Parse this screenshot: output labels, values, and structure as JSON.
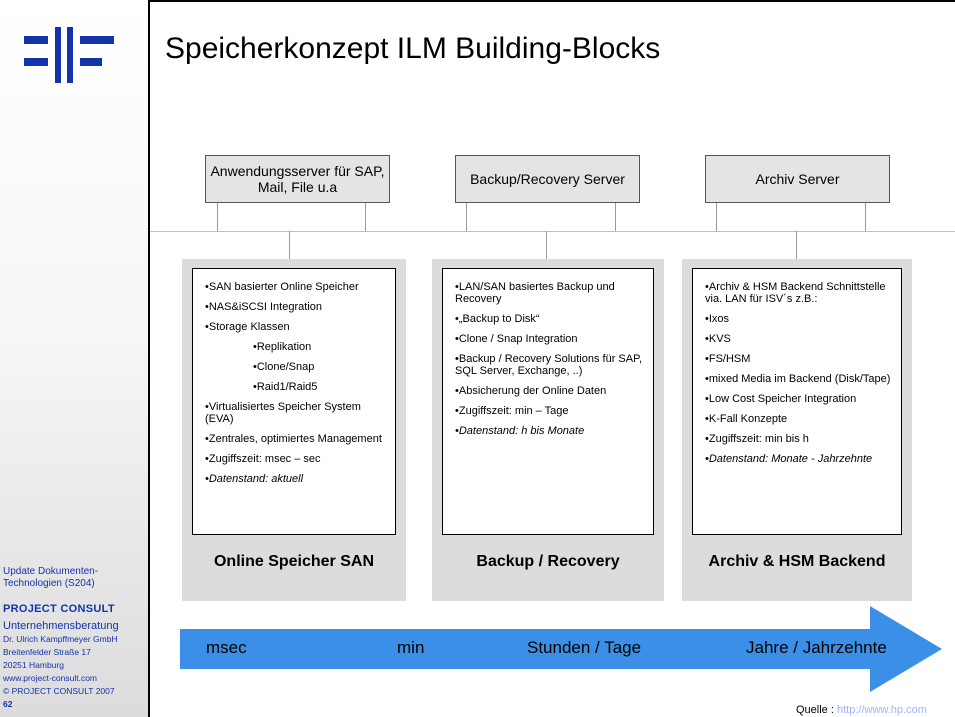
{
  "title": "Speicherkonzept ILM Building-Blocks",
  "sidebar": {
    "topic": "Update Dokumenten-Technologien (S204)",
    "company": "PROJECT   CONSULT",
    "subtitle": "Unternehmensberatung",
    "person": "Dr. Ulrich Kampffmeyer GmbH",
    "street": "Breitenfelder Straße 17",
    "city": "20251 Hamburg",
    "website": "www.project-consult.com",
    "copyright": "© PROJECT CONSULT 2007",
    "page": "62"
  },
  "servers": {
    "app": "Anwendungsserver für SAP, Mail, File u.a",
    "backup": "Backup/Recovery Server",
    "archive": "Archiv Server"
  },
  "panels": {
    "san": {
      "label": "Online Speicher SAN",
      "items": [
        "SAN basierter Online Speicher",
        "NAS&iSCSI Integration",
        "Storage Klassen",
        "Replikation",
        "Clone/Snap",
        "Raid1/Raid5",
        "Virtualisiertes Speicher System (EVA)",
        "Zentrales, optimiertes Management",
        "Zugiffszeit: msec – sec",
        "Datenstand: aktuell"
      ]
    },
    "backup": {
      "label": "Backup / Recovery",
      "items": [
        "LAN/SAN basiertes Backup und Recovery",
        "„Backup to Disk“",
        "Clone / Snap Integration",
        "Backup / Recovery Solutions für SAP, SQL Server, Exchange, ..)",
        "Absicherung der Online Daten",
        "Zugiffszeit: min – Tage",
        "Datenstand: h bis Monate"
      ]
    },
    "archive": {
      "label": "Archiv & HSM Backend",
      "items": [
        "Archiv & HSM  Backend Schnittstelle via. LAN für ISV´s z.B.:",
        "Ixos",
        "KVS",
        "FS/HSM",
        "mixed Media im Backend (Disk/Tape)",
        "Low Cost Speicher Integration",
        "K-Fall Konzepte",
        "Zugiffszeit: min bis h",
        "Datenstand: Monate - Jahrzehnte"
      ]
    }
  },
  "arrow": {
    "labels": [
      "msec",
      "min",
      "Stunden / Tage",
      "Jahre / Jahrzehnte"
    ],
    "color": "#3b8fe6"
  },
  "source": {
    "label": "Quelle :",
    "link": "http://www.hp.com"
  },
  "colors": {
    "brand": "#1333a8",
    "panel": "#dcdcdc",
    "server": "#e4e4e4"
  }
}
